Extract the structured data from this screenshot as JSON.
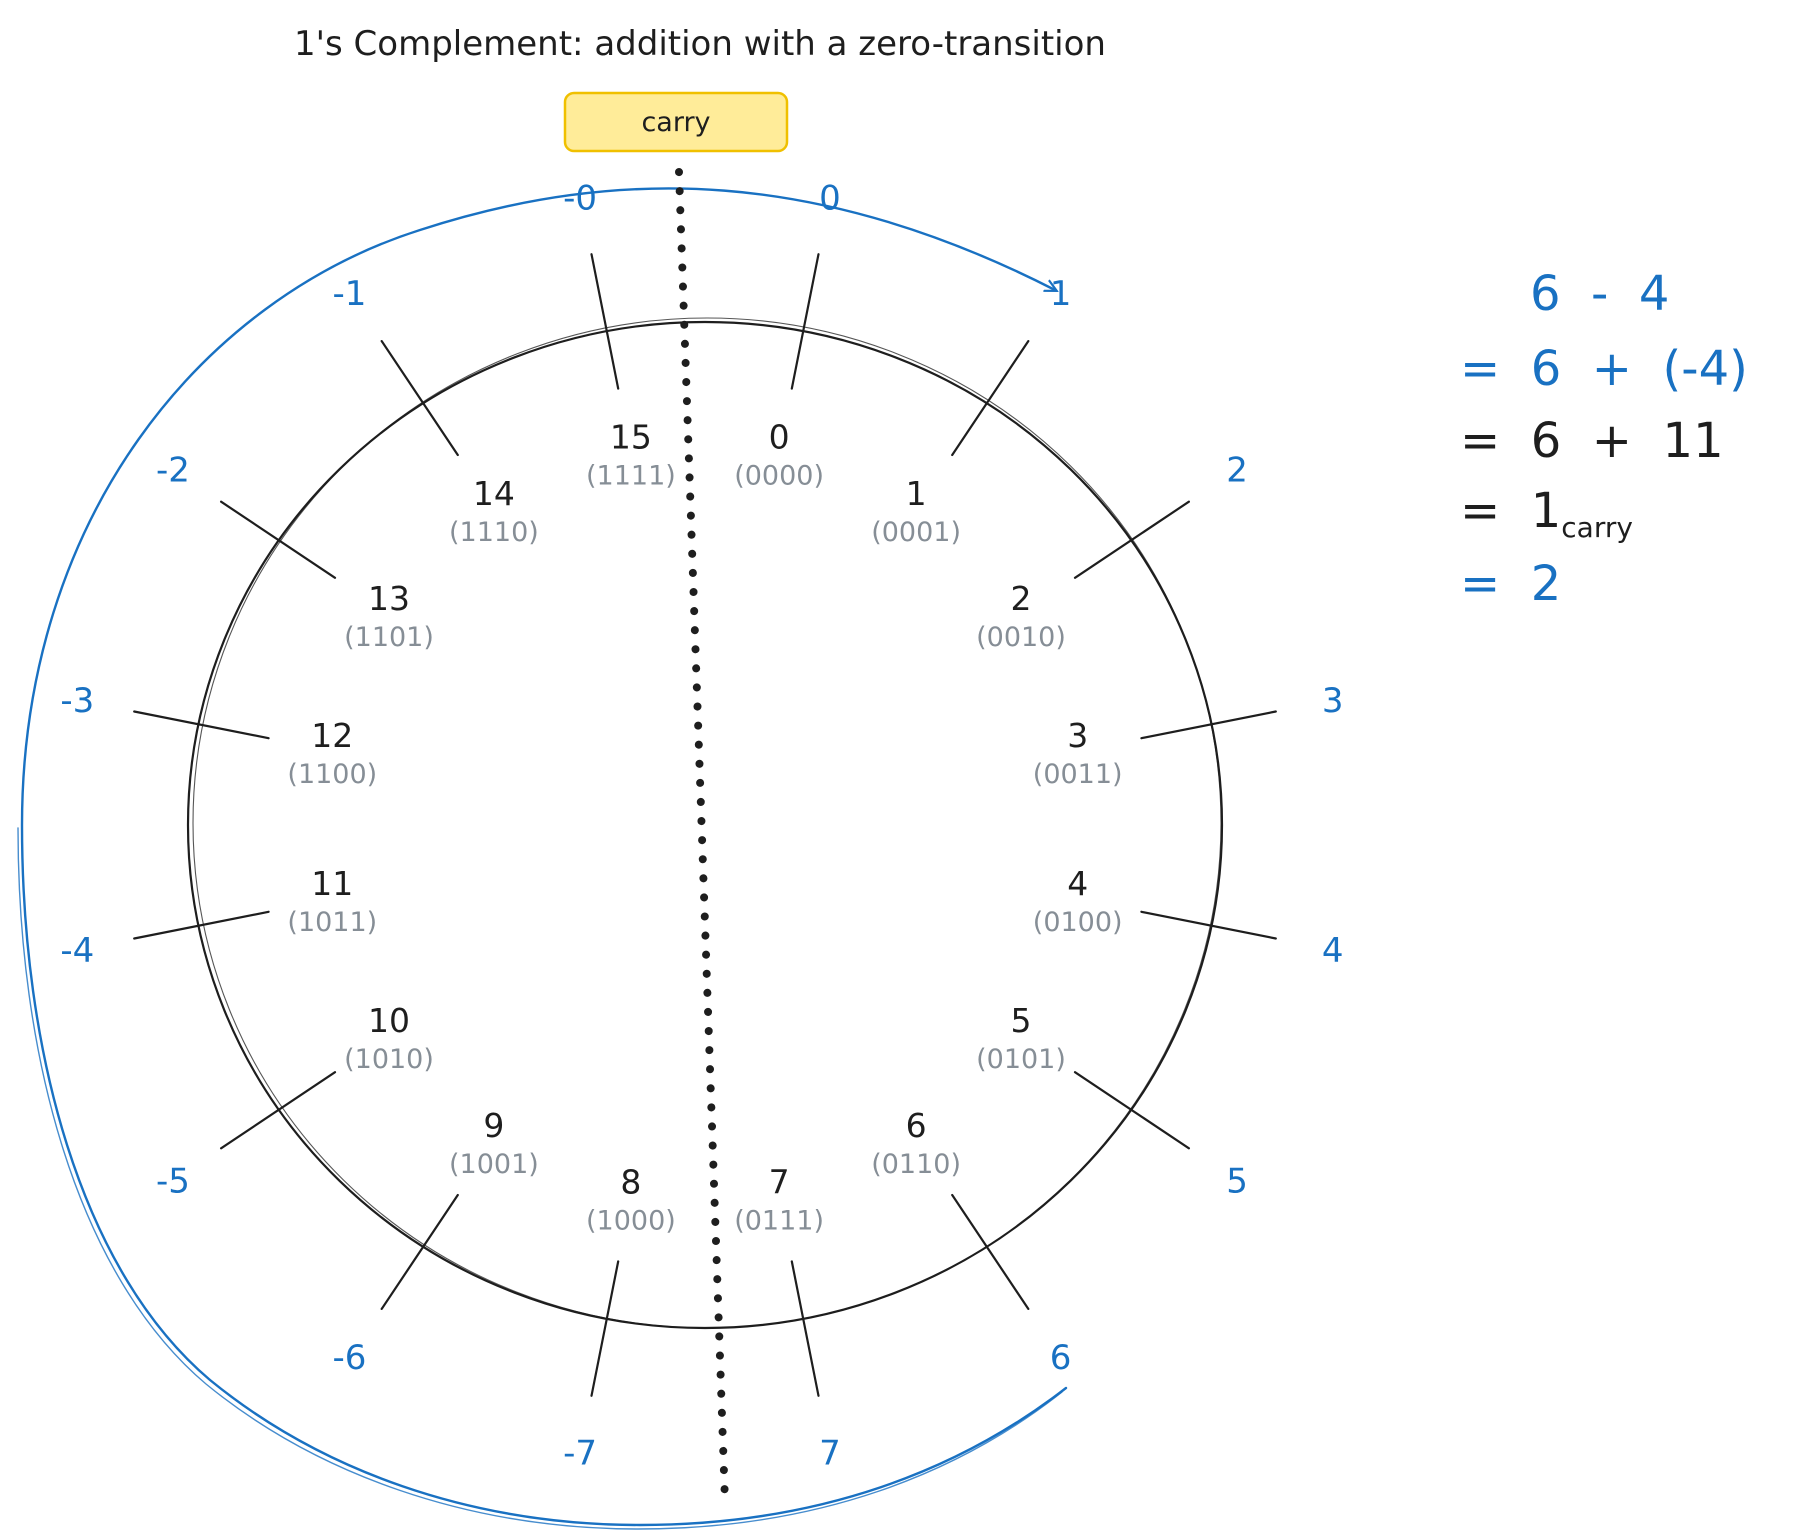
{
  "title": "1's Complement: addition with a zero-transition",
  "carry_label": "carry",
  "colors": {
    "ink": "#1e1e1e",
    "gray": "#868e96",
    "blue": "#1971c2",
    "yellow_fill": "#ffec99",
    "yellow_stroke": "#f0c000"
  },
  "positions": [
    {
      "unsigned": "0",
      "binary": "(0000)",
      "signed": "0"
    },
    {
      "unsigned": "1",
      "binary": "(0001)",
      "signed": "1"
    },
    {
      "unsigned": "2",
      "binary": "(0010)",
      "signed": "2"
    },
    {
      "unsigned": "3",
      "binary": "(0011)",
      "signed": "3"
    },
    {
      "unsigned": "4",
      "binary": "(0100)",
      "signed": "4"
    },
    {
      "unsigned": "5",
      "binary": "(0101)",
      "signed": "5"
    },
    {
      "unsigned": "6",
      "binary": "(0110)",
      "signed": "6"
    },
    {
      "unsigned": "7",
      "binary": "(0111)",
      "signed": "7"
    },
    {
      "unsigned": "8",
      "binary": "(1000)",
      "signed": "-7"
    },
    {
      "unsigned": "9",
      "binary": "(1001)",
      "signed": "-6"
    },
    {
      "unsigned": "10",
      "binary": "(1010)",
      "signed": "-5"
    },
    {
      "unsigned": "11",
      "binary": "(1011)",
      "signed": "-4"
    },
    {
      "unsigned": "12",
      "binary": "(1100)",
      "signed": "-3"
    },
    {
      "unsigned": "13",
      "binary": "(1101)",
      "signed": "-2"
    },
    {
      "unsigned": "14",
      "binary": "(1110)",
      "signed": "-1"
    },
    {
      "unsigned": "15",
      "binary": "(1111)",
      "signed": "-0"
    }
  ],
  "equation": {
    "line1": "6  -  4",
    "line2": "=  6  +  (-4)",
    "line3": "=  6  +  11",
    "line4_main": "=  1",
    "line4_sub": "carry",
    "line5": "=  2"
  }
}
